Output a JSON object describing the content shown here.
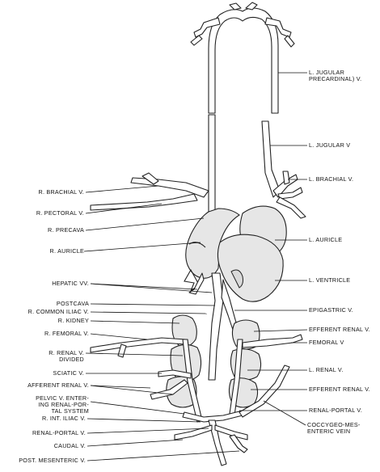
{
  "labels": {
    "r_brachial": "R. BRACHIAL V.",
    "r_pectoral": "R. PECTORAL V.",
    "r_precava": "R. PRECAVA",
    "r_auricle": "R.  AURICLE",
    "hepatic": "HEPATIC VV.",
    "postcava": "POSTCAVA",
    "r_common_iliac": "R. COMMON ILIAC V.",
    "r_kidney": "R.  KIDNEY",
    "r_femoral": "R.  FEMORAL V.",
    "r_renal_divided": "R. RENAL V.\nDIVIDED",
    "sciatic": "SCIATIC V.",
    "afferent_renal_l": "AFFERENT RENAL V.",
    "pelvic": "PELVIC V. ENTER-\nING RENAL-POR-\nTAL SYSTEM",
    "r_int_iliac": "R. INT. ILIAC V.",
    "renal_portal_l": "RENAL-PORTAL V.",
    "caudal": "CAUDAL V.",
    "post_mesenteric": "POST. MESENTERIC V.",
    "l_jugular_precardinal": "L. JUGULAR\nPRECARDINAL) V.",
    "l_jugular": "L. JUGULAR V",
    "l_brachial": "L.  BRACHIAL V.",
    "l_auricle": "L. AURICLE",
    "l_ventricle": "L.  VENTRICLE",
    "epigastric": "EPIGASTRIC V.",
    "efferent_renal_1": "EFFERENT RENAL V.",
    "femoral": "FEMORAL V",
    "l_renal": "L. RENAL V.",
    "efferent_renal_2": "EFFERENT RENAL V.",
    "renal_portal_r": "RENAL-PORTAL V.",
    "coccygeo": "COCCYGEO-MES-\nENTERIC VEIN"
  }
}
